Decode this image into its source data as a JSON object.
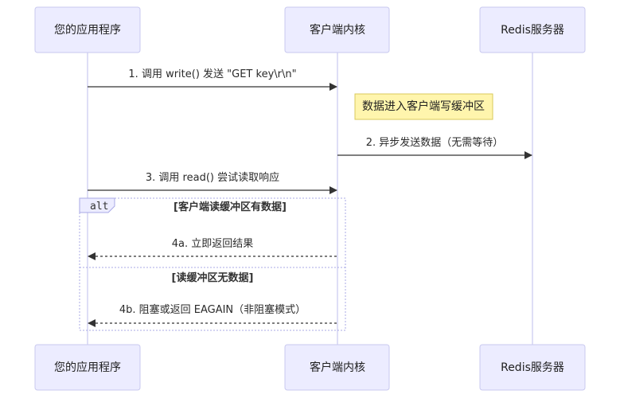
{
  "actors": [
    {
      "id": "app",
      "label": "您的应用程序"
    },
    {
      "id": "kernel",
      "label": "客户端内核"
    },
    {
      "id": "redis",
      "label": "Redis服务器"
    }
  ],
  "messages": [
    {
      "id": "m1",
      "label": "1. 调用 write() 发送 \"GET key\\r\\n\""
    },
    {
      "id": "m2",
      "label": "2. 异步发送数据（无需等待）"
    },
    {
      "id": "m3",
      "label": "3. 调用 read() 尝试读取响应"
    },
    {
      "id": "m4a",
      "label": "4a. 立即返回结果"
    },
    {
      "id": "m4b",
      "label": "4b. 阻塞或返回 EAGAIN（非阻塞模式）"
    }
  ],
  "note": {
    "label": "数据进入客户端写缓冲区"
  },
  "alt_frame": {
    "keyword": "alt",
    "condition_1": "[客户端读缓冲区有数据]",
    "condition_2": "[读缓冲区无数据]"
  }
}
